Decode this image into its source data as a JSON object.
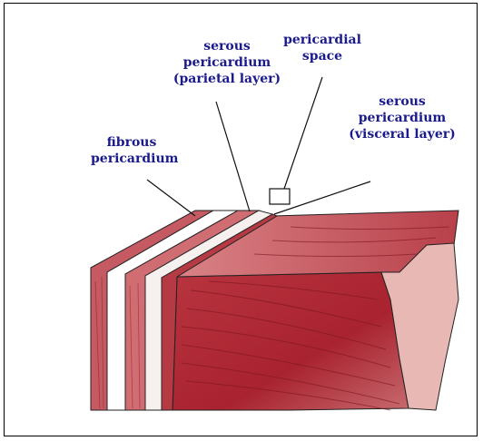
{
  "labels": {
    "serous_parietal": [
      "serous",
      "pericardium",
      "(parietal layer)"
    ],
    "pericardial_space": [
      "pericardial",
      "space"
    ],
    "serous_visceral": [
      "serous",
      "pericardium",
      "(visceral layer)"
    ],
    "fibrous": [
      "fibrous",
      "pericardium"
    ]
  },
  "colors": {
    "label_text": "#1a1a8c",
    "muscle_dark": "#9a1f2a",
    "muscle_mid": "#c7545a",
    "muscle_light": "#e39a9c",
    "serous_gap": "#ffffff",
    "outline": "#222222"
  }
}
